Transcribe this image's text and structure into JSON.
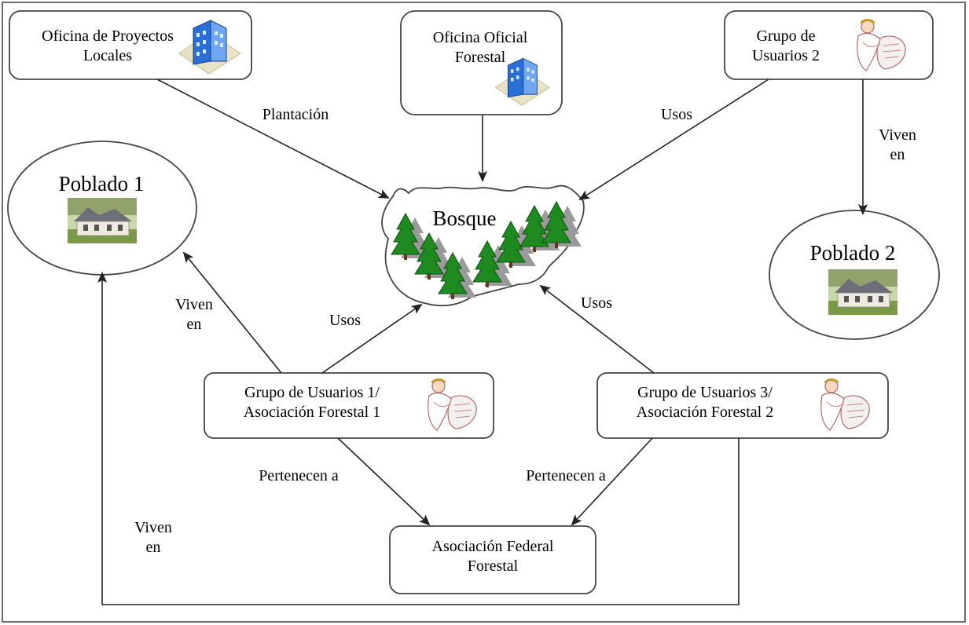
{
  "nodes": {
    "oficina_proyectos": {
      "label": "Oficina de Proyectos\nLocales"
    },
    "oficina_forestal": {
      "label": "Oficina Oficial\nForestal"
    },
    "grupo_2": {
      "label": "Grupo de\nUsuarios 2"
    },
    "poblado_1": {
      "label": "Poblado 1"
    },
    "poblado_2": {
      "label": "Poblado 2"
    },
    "bosque": {
      "label": "Bosque"
    },
    "grupo_1": {
      "label": "Grupo de Usuarios 1/\nAsociación Forestal 1"
    },
    "grupo_3": {
      "label": "Grupo de Usuarios 3/\nAsociación Forestal 2"
    },
    "asociacion_federal": {
      "label": "Asociación Federal\nForestal"
    }
  },
  "edges": {
    "plantacion": "Plantación",
    "usos_grupo2": "Usos",
    "viven_grupo2": "Viven\nen",
    "viven_grupo1": "Viven\nen",
    "usos_grupo1": "Usos",
    "usos_grupo3": "Usos",
    "pertenecen_1": "Pertenecen a",
    "pertenecen_3": "Pertenecen a",
    "viven_grupo3": "Viven\nen"
  },
  "icons": {
    "office_1": "office-building-icon",
    "office_2": "office-building-icon",
    "people_1": "user-group-icon",
    "people_2": "user-group-icon",
    "people_3": "user-group-icon",
    "house_1": "village-house-icon",
    "house_2": "village-house-icon",
    "trees": "pine-tree-icon"
  },
  "colors": {
    "tree_green": "#1f8a1f",
    "tree_shadow": "#8a8a8a",
    "building_blue": "#2a6fd6"
  }
}
